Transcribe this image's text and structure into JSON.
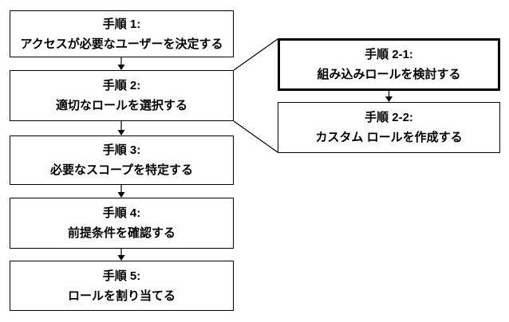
{
  "diagram": {
    "kind": "flowchart",
    "language": "ja",
    "colors": {
      "line": "#000000",
      "text": "#000000",
      "background": "#ffffff"
    },
    "main_steps": [
      {
        "id": "step-1",
        "title": "手順 1:",
        "text": "アクセスが必要なユーザーを決定する"
      },
      {
        "id": "step-2",
        "title": "手順 2:",
        "text": "適切なロールを選択する"
      },
      {
        "id": "step-3",
        "title": "手順 3:",
        "text": "必要なスコープを特定する"
      },
      {
        "id": "step-4",
        "title": "手順 4:",
        "text": "前提条件を確認する"
      },
      {
        "id": "step-5",
        "title": "手順 5:",
        "text": "ロールを割り当てる"
      }
    ],
    "sub_steps": [
      {
        "id": "step-2-1",
        "title": "手順 2-1:",
        "text": "組み込みロールを検討する",
        "emphasized": true
      },
      {
        "id": "step-2-2",
        "title": "手順 2-2:",
        "text": "カスタム ロールを作成する",
        "emphasized": false
      }
    ],
    "connections": [
      {
        "from": "step-1",
        "to": "step-2",
        "type": "arrow"
      },
      {
        "from": "step-2",
        "to": "step-3",
        "type": "arrow"
      },
      {
        "from": "step-3",
        "to": "step-4",
        "type": "arrow"
      },
      {
        "from": "step-4",
        "to": "step-5",
        "type": "arrow"
      },
      {
        "from": "step-2-1",
        "to": "step-2-2",
        "type": "arrow"
      },
      {
        "from": "step-2",
        "to": "step-2-1",
        "type": "line"
      },
      {
        "from": "step-2",
        "to": "step-2-2",
        "type": "line"
      }
    ]
  }
}
